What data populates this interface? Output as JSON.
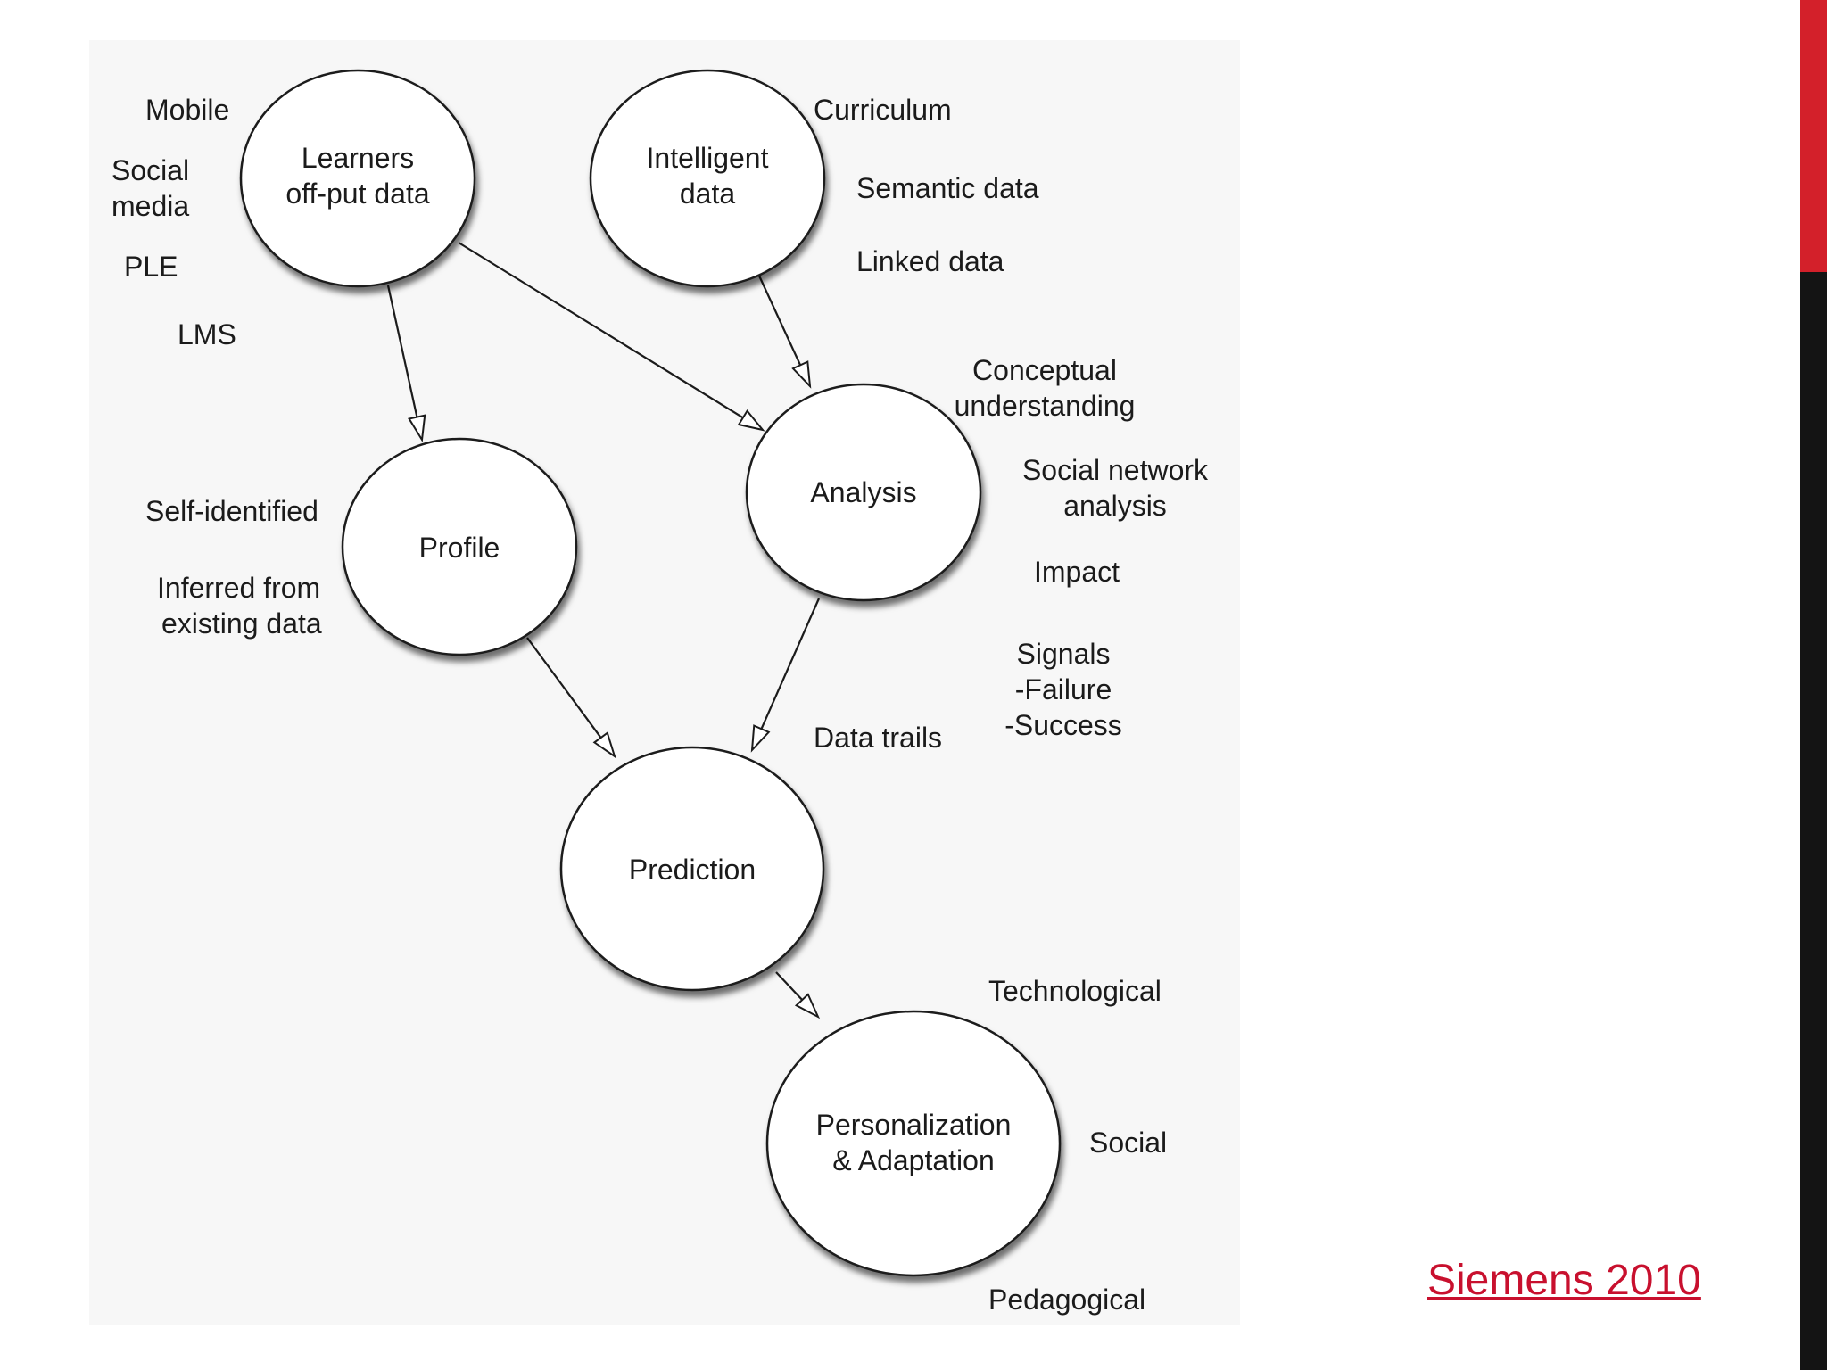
{
  "colors": {
    "accent_red": "#d3202a",
    "accent_black": "#141414",
    "link": "#c8102e",
    "node_fill": "#ffffff",
    "stroke": "#1b1b1b"
  },
  "nodes": {
    "learners": {
      "lines": [
        "Learners",
        "off-put data"
      ]
    },
    "intelligent": {
      "lines": [
        "Intelligent",
        "data"
      ]
    },
    "profile": {
      "lines": [
        "Profile"
      ]
    },
    "analysis": {
      "lines": [
        "Analysis"
      ]
    },
    "prediction": {
      "lines": [
        "Prediction"
      ]
    },
    "personalization": {
      "lines": [
        "Personalization",
        "& Adaptation"
      ]
    }
  },
  "annotations": {
    "mobile": "Mobile",
    "social_media": [
      "Social",
      "media"
    ],
    "ple": "PLE",
    "lms": "LMS",
    "curriculum": "Curriculum",
    "semantic_data": "Semantic data",
    "linked_data": "Linked data",
    "conceptual_understanding": [
      "Conceptual",
      "understanding"
    ],
    "social_network_analysis": [
      "Social network",
      "analysis"
    ],
    "impact": "Impact",
    "signals": [
      "Signals",
      "-Failure",
      "-Success"
    ],
    "self_identified": "Self-identified",
    "inferred": [
      "Inferred from",
      "existing data"
    ],
    "data_trails": "Data trails",
    "technological": "Technological",
    "social": "Social",
    "pedagogical": "Pedagogical"
  },
  "citation": "Siemens 2010"
}
